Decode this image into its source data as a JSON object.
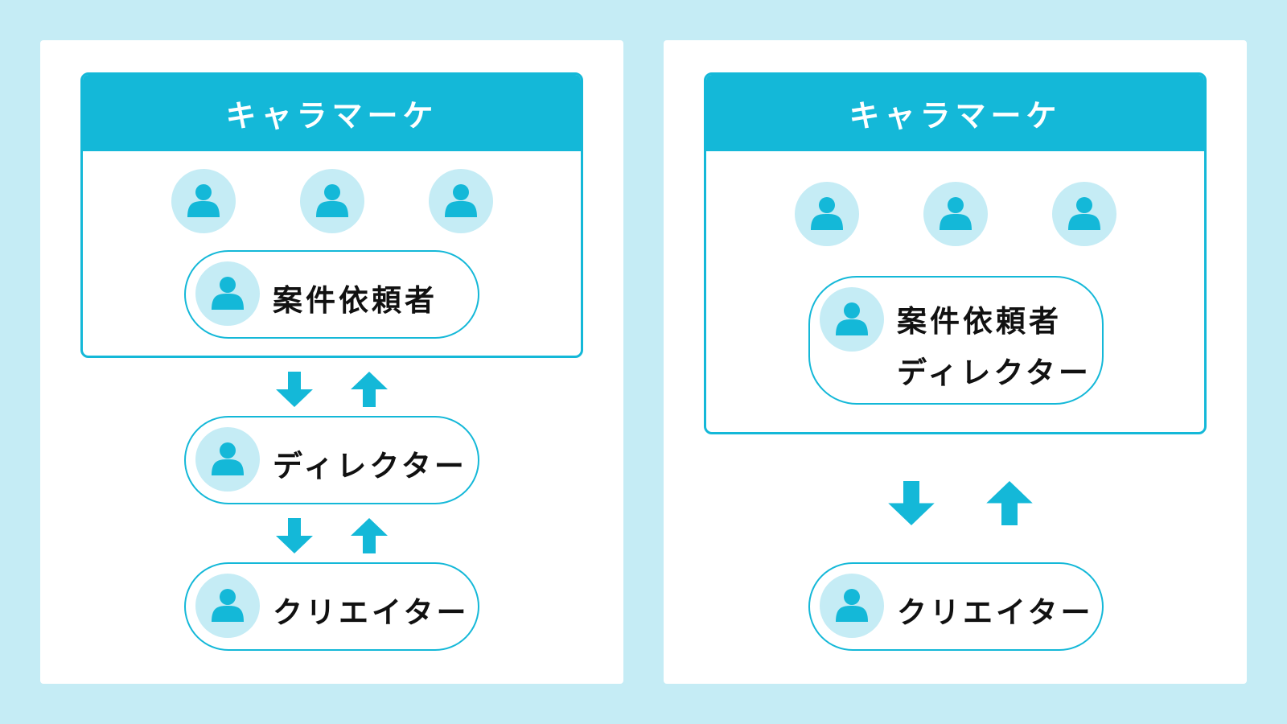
{
  "colors": {
    "accent": "#14b8d8",
    "background": "#c5ecf5",
    "avatar": "#c5ecf5"
  },
  "left": {
    "company": "キャラマーケ",
    "client": "案件依頼者",
    "director": "ディレクター",
    "creator": "クリエイター"
  },
  "right": {
    "company": "キャラマーケ",
    "client_line1": "案件依頼者",
    "client_line2": "ディレクター",
    "creator": "クリエイター"
  }
}
